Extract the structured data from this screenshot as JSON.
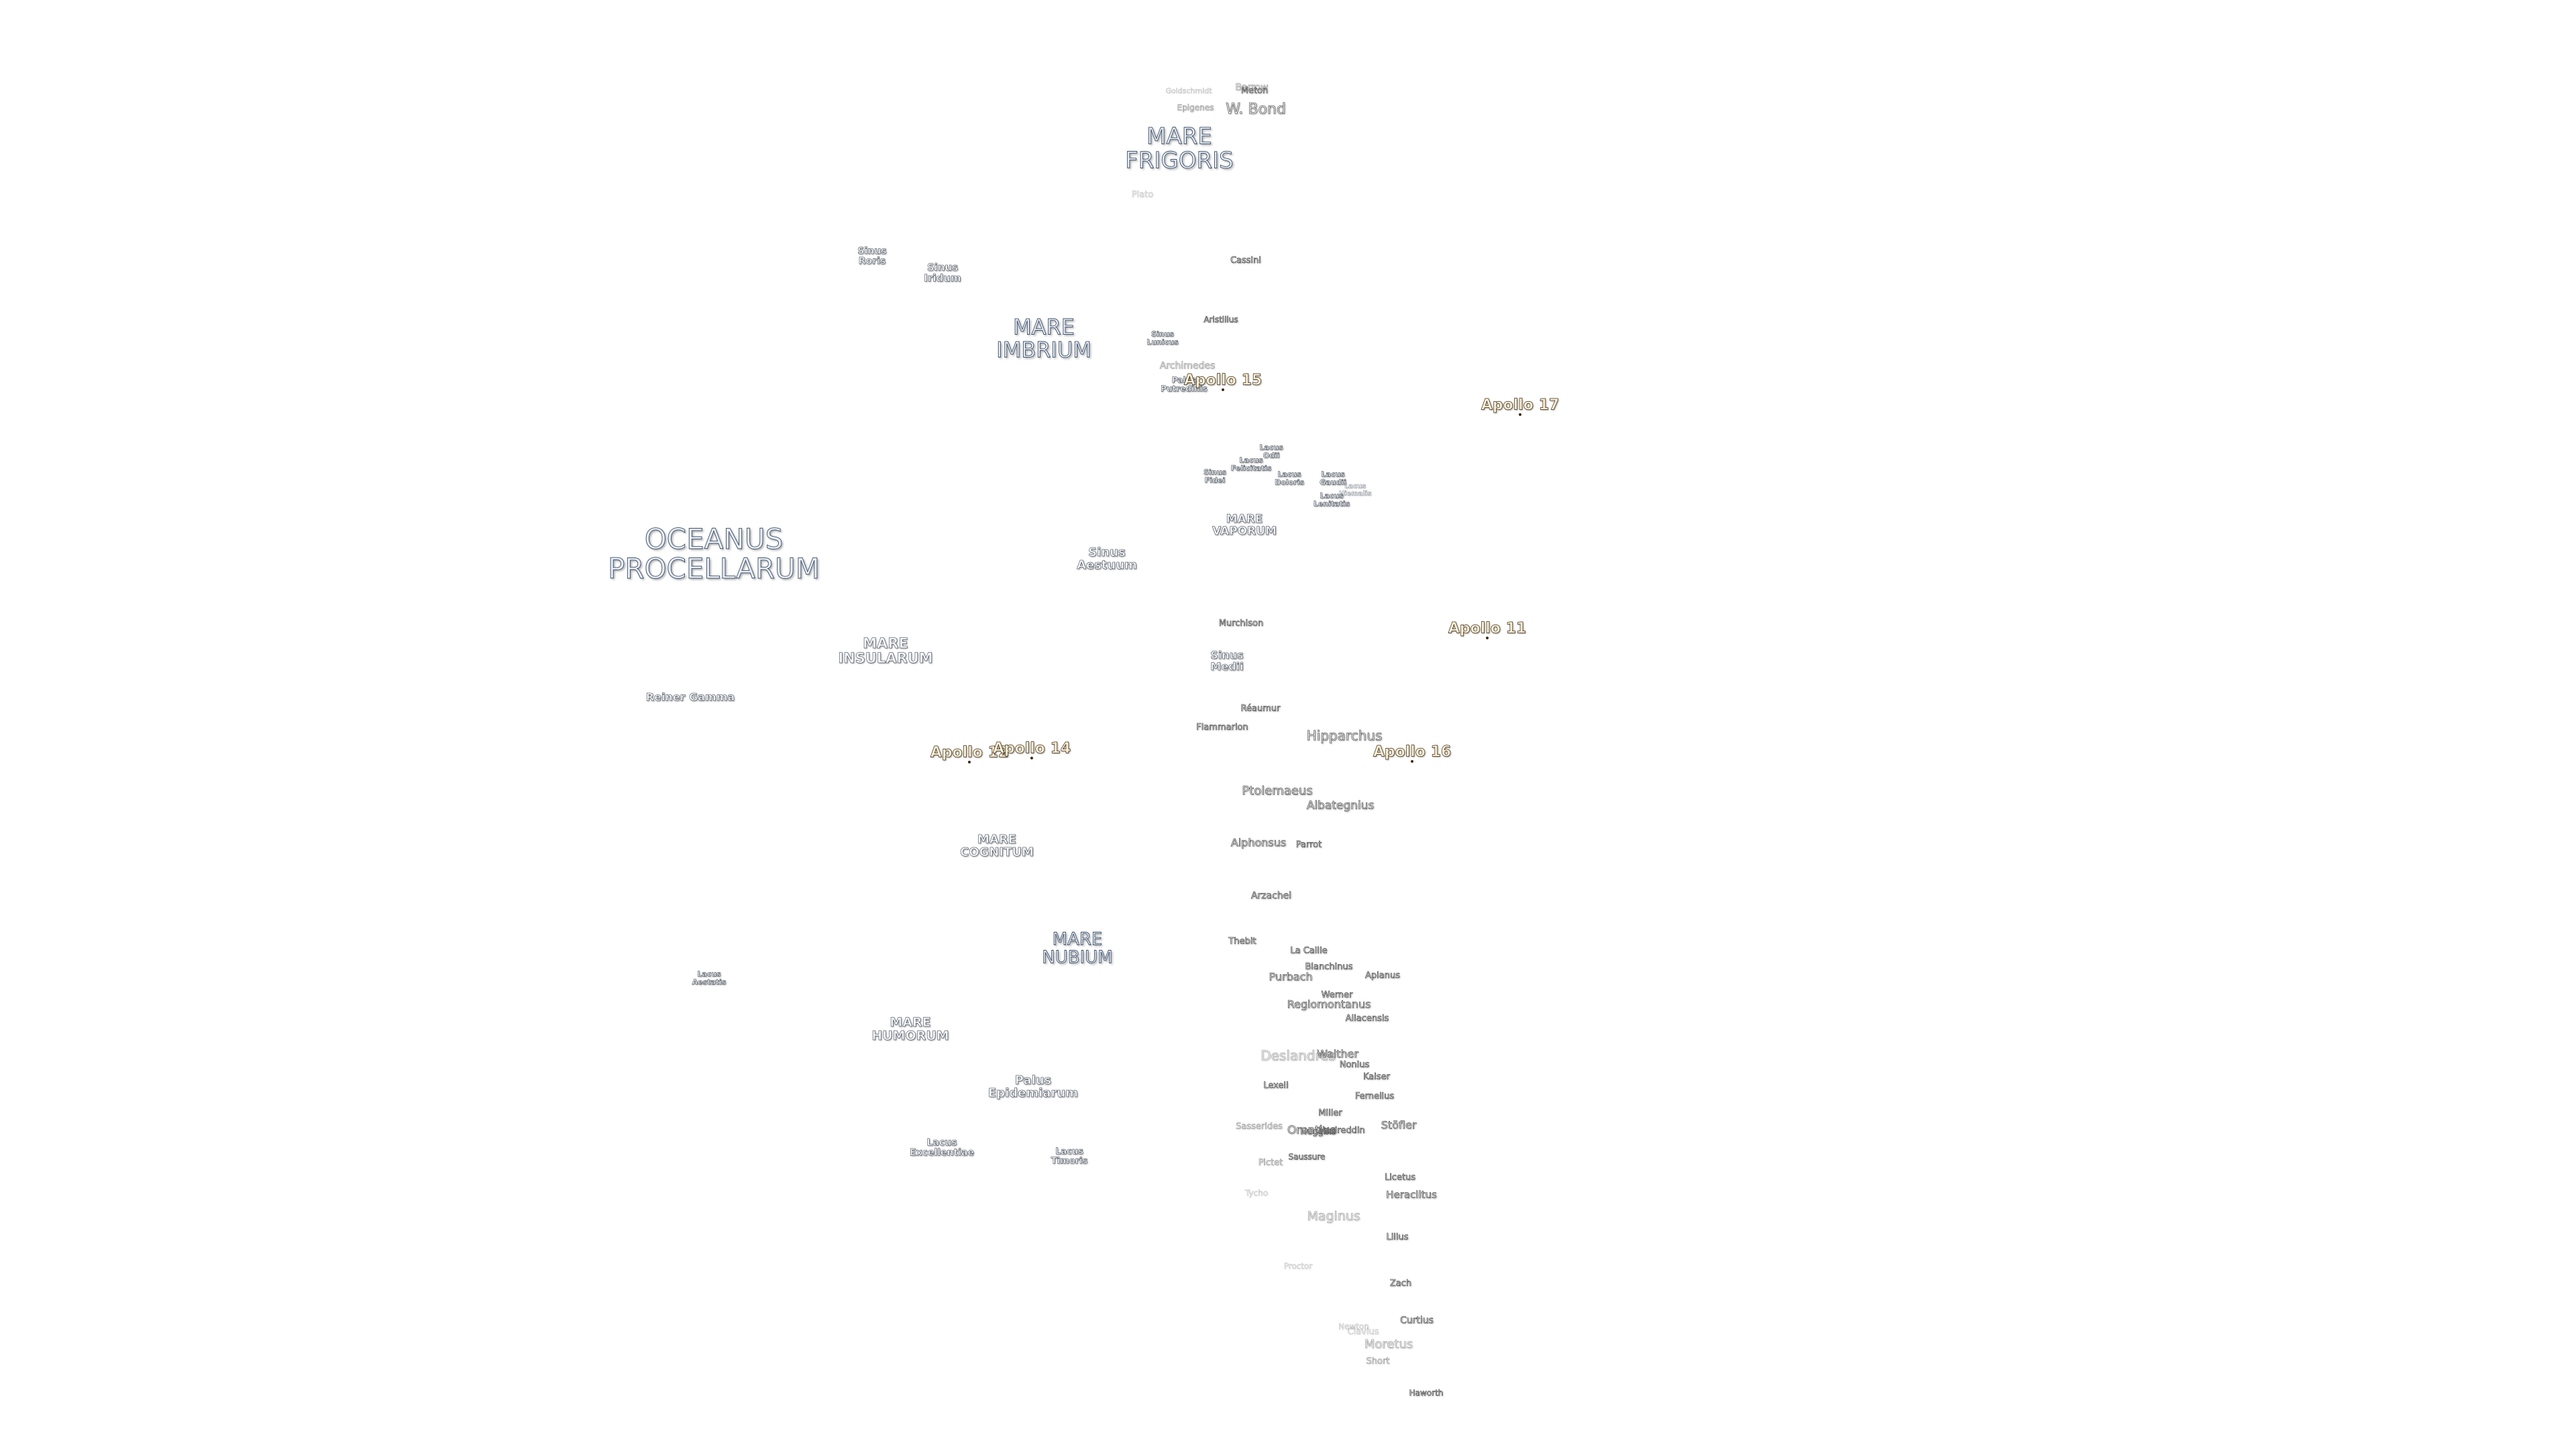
{
  "labels": [
    {
      "text": "Goldschmidt",
      "kind": "crater",
      "fade": 2
    },
    {
      "text": "Barrow",
      "kind": "crater",
      "fade": 1
    },
    {
      "text": "Meton",
      "kind": "crater",
      "fade": 0
    },
    {
      "text": "Epigenes",
      "kind": "crater",
      "fade": 1
    },
    {
      "text": "W. Bond",
      "kind": "crater",
      "fade": 0
    },
    {
      "text": "MARE\nFRIGORIS",
      "kind": "mare",
      "fade": 0
    },
    {
      "text": "Plato",
      "kind": "crater",
      "fade": 2
    },
    {
      "text": "Sinus\nRoris",
      "kind": "small",
      "fade": 0
    },
    {
      "text": "Sinus\nIridum",
      "kind": "small",
      "fade": 0
    },
    {
      "text": "Cassini",
      "kind": "crater",
      "fade": 0
    },
    {
      "text": "MARE\nIMBRIUM",
      "kind": "mare",
      "fade": 0
    },
    {
      "text": "Aristillus",
      "kind": "crater",
      "fade": 0
    },
    {
      "text": "Sinus\nLunicus",
      "kind": "small",
      "fade": 0
    },
    {
      "text": "Archimedes",
      "kind": "crater",
      "fade": 1
    },
    {
      "text": "Palus\nPutredinis",
      "kind": "small",
      "fade": 0
    },
    {
      "text": "Lacus\nOdii",
      "kind": "small",
      "fade": 0
    },
    {
      "text": "Lacus\nFelicitatis",
      "kind": "small",
      "fade": 0
    },
    {
      "text": "Sinus\nFidei",
      "kind": "small",
      "fade": 0
    },
    {
      "text": "Lacus\nDoloris",
      "kind": "small",
      "fade": 0
    },
    {
      "text": "Lacus\nGaudii",
      "kind": "small",
      "fade": 0
    },
    {
      "text": "Lacus\nHiemalis",
      "kind": "small",
      "fade": 1
    },
    {
      "text": "Lacus\nLenitatis",
      "kind": "small",
      "fade": 0
    },
    {
      "text": "MARE\nVAPORUM",
      "kind": "small",
      "fade": 0
    },
    {
      "text": "OCEANUS\nPROCELLARUM",
      "kind": "mare",
      "fade": 0
    },
    {
      "text": "Sinus\nAestuum",
      "kind": "small",
      "fade": 0
    },
    {
      "text": "Murchison",
      "kind": "crater",
      "fade": 0
    },
    {
      "text": "MARE\nINSULARUM",
      "kind": "small",
      "fade": 0
    },
    {
      "text": "Sinus\nMedii",
      "kind": "small",
      "fade": 0
    },
    {
      "text": "Reiner Gamma",
      "kind": "small",
      "fade": 0
    },
    {
      "text": "Réaumur",
      "kind": "crater",
      "fade": 0
    },
    {
      "text": "Flammarion",
      "kind": "crater",
      "fade": 0
    },
    {
      "text": "Hipparchus",
      "kind": "crater",
      "fade": 0
    },
    {
      "text": "Ptolemaeus",
      "kind": "crater",
      "fade": 0
    },
    {
      "text": "Albategnius",
      "kind": "crater",
      "fade": 0
    },
    {
      "text": "Alphonsus",
      "kind": "crater",
      "fade": 0
    },
    {
      "text": "Parrot",
      "kind": "crater",
      "fade": 0
    },
    {
      "text": "MARE\nCOGNITUM",
      "kind": "small",
      "fade": 0
    },
    {
      "text": "Arzachel",
      "kind": "crater",
      "fade": 0
    },
    {
      "text": "MARE\nNUBIUM",
      "kind": "mare",
      "fade": 0
    },
    {
      "text": "Thebit",
      "kind": "crater",
      "fade": 0
    },
    {
      "text": "La Caille",
      "kind": "crater",
      "fade": 0
    },
    {
      "text": "Blanchinus",
      "kind": "crater",
      "fade": 0
    },
    {
      "text": "Purbach",
      "kind": "crater",
      "fade": 0
    },
    {
      "text": "Apianus",
      "kind": "crater",
      "fade": 0
    },
    {
      "text": "Lacus\nAestatis",
      "kind": "small",
      "fade": 0
    },
    {
      "text": "Werner",
      "kind": "crater",
      "fade": 0
    },
    {
      "text": "Regiomontanus",
      "kind": "crater",
      "fade": 0
    },
    {
      "text": "Aliacensis",
      "kind": "crater",
      "fade": 0
    },
    {
      "text": "MARE\nHUMORUM",
      "kind": "small",
      "fade": 0
    },
    {
      "text": "Deslandres",
      "kind": "crater",
      "fade": 1
    },
    {
      "text": "Walther",
      "kind": "crater",
      "fade": 0
    },
    {
      "text": "Nonius",
      "kind": "crater",
      "fade": 0
    },
    {
      "text": "Kaiser",
      "kind": "crater",
      "fade": 0
    },
    {
      "text": "Palus\nEpidemiarum",
      "kind": "small",
      "fade": 0
    },
    {
      "text": "Lexell",
      "kind": "crater",
      "fade": 0
    },
    {
      "text": "Fernelius",
      "kind": "crater",
      "fade": 0
    },
    {
      "text": "Miller",
      "kind": "crater",
      "fade": 0
    },
    {
      "text": "Sasserides",
      "kind": "crater",
      "fade": 1
    },
    {
      "text": "Orontius",
      "kind": "crater",
      "fade": 0
    },
    {
      "text": "Stöfler",
      "kind": "crater",
      "fade": 0
    },
    {
      "text": "Huggins",
      "kind": "crater",
      "fade": 0
    },
    {
      "text": "Nasireddin",
      "kind": "crater",
      "fade": 0
    },
    {
      "text": "Lacus\nExcellentiae",
      "kind": "small",
      "fade": 0
    },
    {
      "text": "Lacus\nTimoris",
      "kind": "small",
      "fade": 0
    },
    {
      "text": "Saussure",
      "kind": "crater",
      "fade": 0
    },
    {
      "text": "Pictet",
      "kind": "crater",
      "fade": 1
    },
    {
      "text": "Licetus",
      "kind": "crater",
      "fade": 0
    },
    {
      "text": "Heraclitus",
      "kind": "crater",
      "fade": 0
    },
    {
      "text": "Maginus",
      "kind": "crater",
      "fade": 1
    },
    {
      "text": "Lilius",
      "kind": "crater",
      "fade": 0
    },
    {
      "text": "Tycho",
      "kind": "crater",
      "fade": 2
    },
    {
      "text": "Proctor",
      "kind": "crater",
      "fade": 2
    },
    {
      "text": "Zach",
      "kind": "crater",
      "fade": 0
    },
    {
      "text": "Curtius",
      "kind": "crater",
      "fade": 0
    },
    {
      "text": "Clavius",
      "kind": "crater",
      "fade": 2
    },
    {
      "text": "Moretus",
      "kind": "crater",
      "fade": 1
    },
    {
      "text": "Short",
      "kind": "crater",
      "fade": 1
    },
    {
      "text": "Newton",
      "kind": "crater",
      "fade": 2
    },
    {
      "text": "Haworth",
      "kind": "crater",
      "fade": 0
    }
  ],
  "apollo_sites": [
    {
      "text": "Apollo 15"
    },
    {
      "text": "Apollo 17"
    },
    {
      "text": "Apollo 11"
    },
    {
      "text": "Apollo 12"
    },
    {
      "text": "Apollo 14"
    },
    {
      "text": "Apollo 16"
    }
  ]
}
